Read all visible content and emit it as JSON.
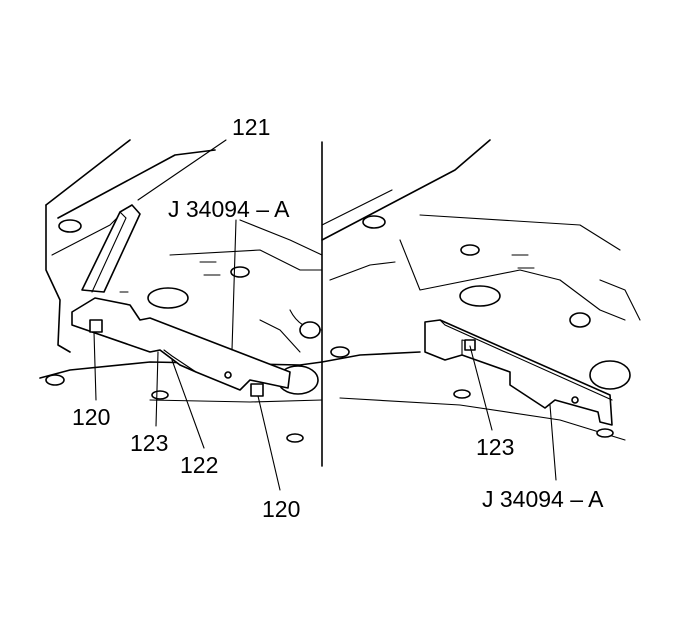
{
  "labels": {
    "left": {
      "part_121": "121",
      "tool": "J 34094 – A",
      "part_120_a": "120",
      "part_123": "123",
      "part_122": "122",
      "part_120_b": "120"
    },
    "right": {
      "part_123": "123",
      "tool": "J 34094 – A"
    }
  },
  "colors": {
    "line": "#000000",
    "background": "#ffffff"
  }
}
